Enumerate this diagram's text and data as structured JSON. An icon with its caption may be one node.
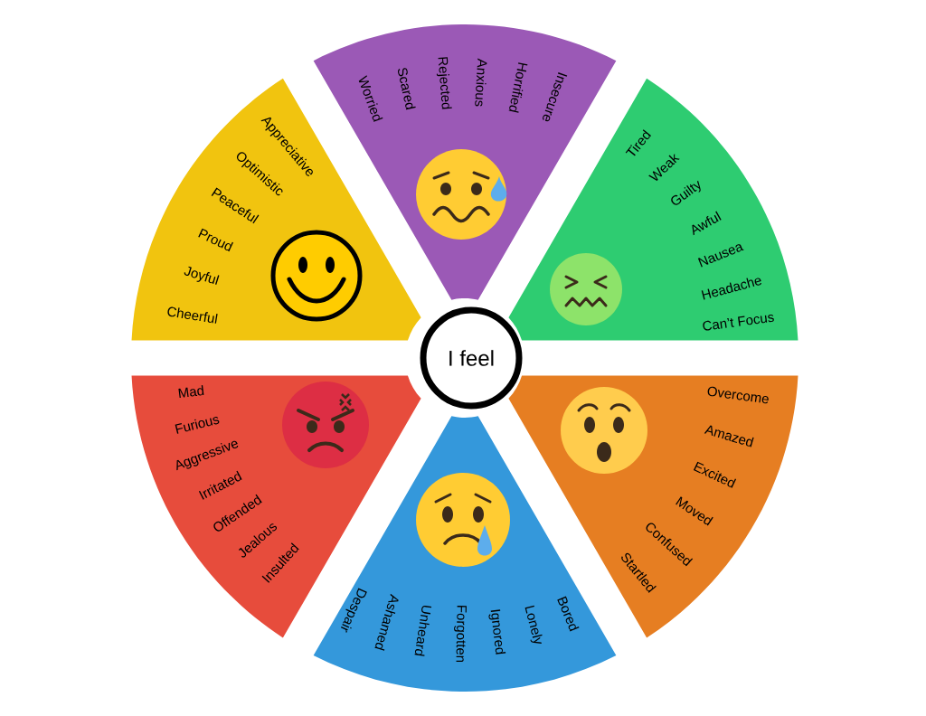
{
  "diagram": {
    "nodes": [
      {
        "text": [
          "Worried",
          "Scared",
          "Rejected",
          "Anxious",
          "Horrified",
          "Insecure"
        ]
      },
      {
        "text": [
          "Appreciative",
          "Optimistic",
          "Peaceful",
          "Proud",
          "Joyful",
          "Cheerful"
        ]
      },
      {
        "text": [
          "Tired",
          "Weak",
          "Guilty",
          "Awful",
          "Nausea",
          "Headache",
          "Can’t Focus"
        ]
      },
      {
        "text": [
          "I feel"
        ]
      },
      {
        "text": [
          "Mad",
          "Furious",
          "Aggressive",
          "Irritated",
          "Offended",
          "Jealous",
          "Insulted"
        ]
      },
      {
        "text": [
          "Overcome",
          "Amazed",
          "Excited",
          "Moved",
          "Confused",
          "Startled"
        ]
      },
      {
        "text": [
          "Despair",
          "Ashamed",
          "Unheard",
          "Forgotten",
          "Ignored",
          "Lonely",
          "Bored"
        ]
      }
    ]
  }
}
